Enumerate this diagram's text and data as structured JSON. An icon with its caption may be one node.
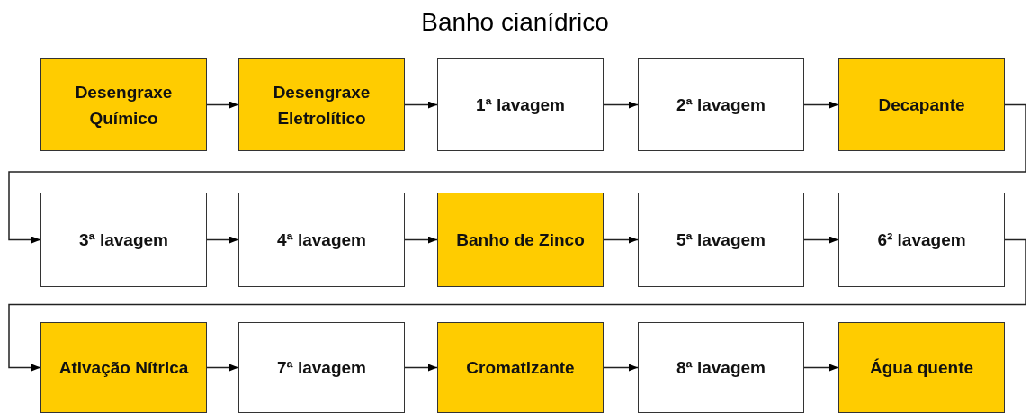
{
  "diagram": {
    "title": "Banho cianídrico",
    "nodes": [
      {
        "text": [
          "Desengraxe Químico"
        ]
      },
      {
        "text": [
          "Desengraxe Eletrolítico"
        ]
      },
      {
        "text": [
          "1ª lavagem"
        ]
      },
      {
        "text": [
          "2ª lavagem"
        ]
      },
      {
        "text": [
          "Decapante"
        ]
      },
      {
        "text": [
          "3ª lavagem"
        ]
      },
      {
        "text": [
          "4ª lavagem"
        ]
      },
      {
        "text": [
          "Banho de Zinco"
        ]
      },
      {
        "text": [
          "5ª lavagem"
        ]
      },
      {
        "text": [
          "6² lavagem"
        ]
      },
      {
        "text": [
          "Ativação Nítrica"
        ]
      },
      {
        "text": [
          "7ª lavagem"
        ]
      },
      {
        "text": [
          "Cromatizante"
        ]
      },
      {
        "text": [
          "8ª lavagem"
        ]
      },
      {
        "text": [
          "Água quente"
        ]
      }
    ],
    "edges": [
      {
        "from": 0,
        "to": 1,
        "arrow": "to"
      },
      {
        "from": 1,
        "to": 2,
        "arrow": "to"
      },
      {
        "from": 2,
        "to": 3,
        "arrow": "to"
      },
      {
        "from": 3,
        "to": 4,
        "arrow": "to"
      },
      {
        "from": 4,
        "to": 5,
        "arrow": "to"
      },
      {
        "from": 5,
        "to": 6,
        "arrow": "to"
      },
      {
        "from": 6,
        "to": 7,
        "arrow": "to"
      },
      {
        "from": 7,
        "to": 8,
        "arrow": "to"
      },
      {
        "from": 8,
        "to": 9,
        "arrow": "to"
      },
      {
        "from": 9,
        "to": 10,
        "arrow": "to"
      },
      {
        "from": 10,
        "to": 11,
        "arrow": "to"
      },
      {
        "from": 11,
        "to": 12,
        "arrow": "to"
      },
      {
        "from": 12,
        "to": 13,
        "arrow": "to"
      },
      {
        "from": 13,
        "to": 14,
        "arrow": "to"
      }
    ]
  }
}
